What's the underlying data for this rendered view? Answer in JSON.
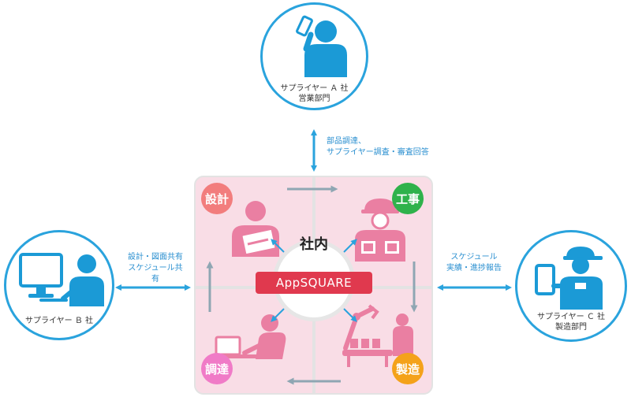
{
  "suppliers": {
    "a": {
      "name": "サプライヤー Ａ 社",
      "dept": "営業部門"
    },
    "b": {
      "name": "サプライヤー Ｂ 社"
    },
    "c": {
      "name": "サプライヤー Ｃ 社",
      "dept": "製造部門"
    }
  },
  "flows": {
    "top": [
      "部品調達、",
      "サプライヤー調査・審査回答"
    ],
    "left": [
      "設計・図面共有",
      "スケジュール共有"
    ],
    "right": [
      "スケジュール",
      "実績・進捗報告"
    ]
  },
  "center": {
    "title": "社内",
    "app": "AppSQUARE"
  },
  "badges": {
    "design": {
      "label": "設計",
      "color": "#f27d7d"
    },
    "construction": {
      "label": "工事",
      "color": "#2fb24b"
    },
    "procurement": {
      "label": "調達",
      "color": "#f07bc7"
    },
    "manufacturing": {
      "label": "製造",
      "color": "#f4a21a"
    }
  },
  "colors": {
    "accent": "#2aa3dd",
    "person": "#1b9ad6",
    "pink": "#ea7fa2",
    "brand": "#e0394e",
    "quadrant": "#f9dde6"
  }
}
